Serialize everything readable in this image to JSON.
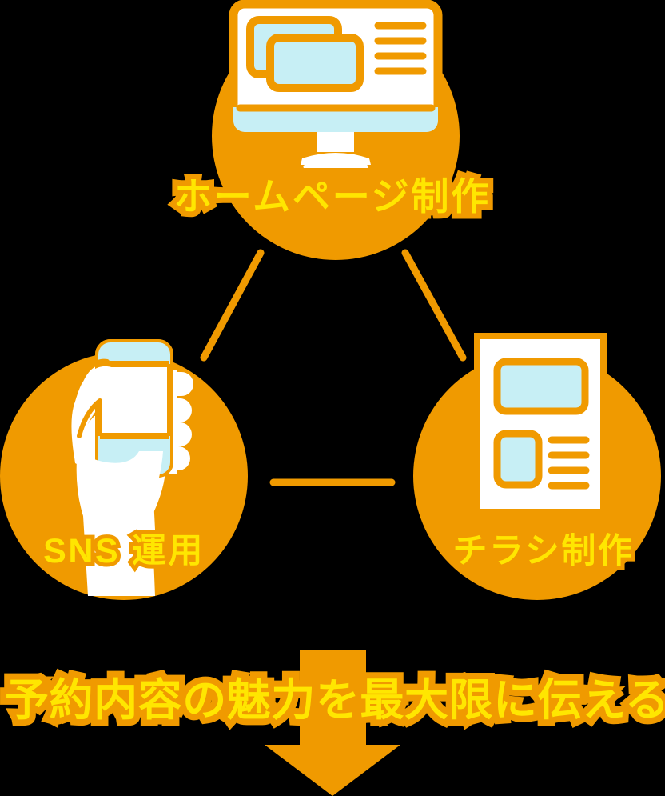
{
  "diagram": {
    "title_hidden": "",
    "background_color": "#000000",
    "accent_orange": "#F09A00",
    "label_yellow": "#FFE600",
    "icon_white": "#FFFFFF",
    "icon_lightblue": "#C7EFF5",
    "nodes": [
      {
        "id": "homepage",
        "label": "ホームページ制作",
        "icon": "desktop-monitor-icon",
        "position": "top-center"
      },
      {
        "id": "sns",
        "label": "SNS 運用",
        "icon": "hand-holding-smartphone-icon",
        "position": "bottom-left"
      },
      {
        "id": "flyer",
        "label": "チラシ制作",
        "icon": "flyer-document-icon",
        "position": "bottom-right"
      }
    ],
    "connectors": [
      {
        "id": "homepage-to-sns",
        "from": "homepage",
        "to": "sns",
        "style": "diagonal-line"
      },
      {
        "id": "homepage-to-flyer",
        "from": "homepage",
        "to": "flyer",
        "style": "diagonal-line"
      },
      {
        "id": "sns-to-flyer",
        "from": "sns",
        "to": "flyer",
        "style": "horizontal-line"
      }
    ],
    "arrow": {
      "id": "down-arrow",
      "direction": "down",
      "color": "#F09A00"
    },
    "conclusion": {
      "text": "予約内容の魅力を最大限に伝える"
    }
  }
}
